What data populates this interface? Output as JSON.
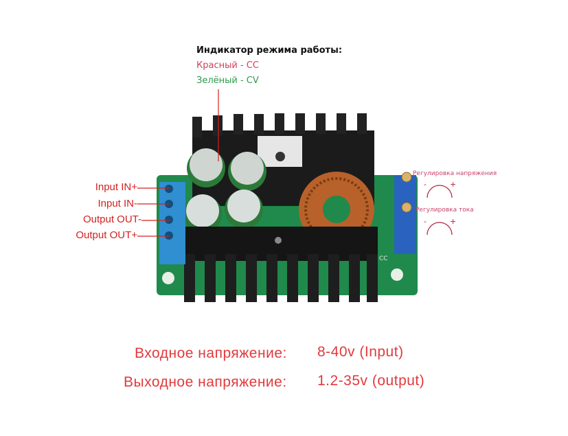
{
  "indicator": {
    "title": "Индикатор  режима работы:",
    "red": "Красный - CC",
    "green": "Зелёный - CV"
  },
  "terminals": [
    "Input IN+",
    "Input IN-",
    "Output OUT-",
    "Output OUT+"
  ],
  "adjustments": {
    "voltage": "Регулировка  напряжения",
    "current": "Регулировка  тока",
    "minus": "-",
    "plus": "+"
  },
  "board_label": "CC",
  "specs": {
    "input_label": "Входное напряжение:",
    "input_value": "8-40v (Input)",
    "output_label": "Выходное напряжение:",
    "output_value": "1.2-35v (output)"
  },
  "colors": {
    "label_red": "#e2393c",
    "pcb": "#1f8a4c",
    "terminal_blue": "#2f8fd0"
  }
}
